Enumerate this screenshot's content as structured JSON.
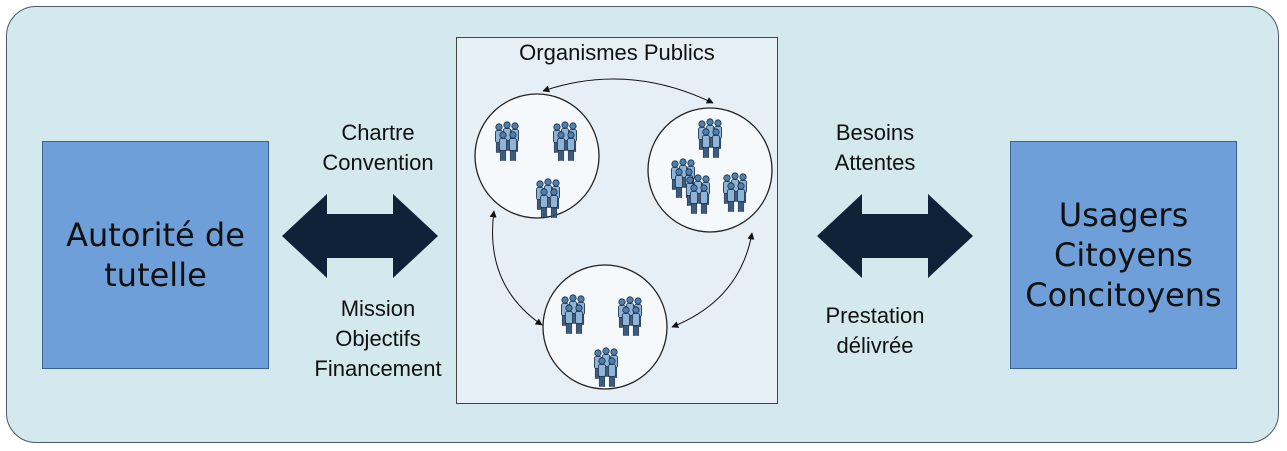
{
  "left_box": {
    "label": "Autorité de\ntutelle"
  },
  "right_box": {
    "label": "Usagers\nCitoyens\nConcitoyens"
  },
  "center": {
    "title": "Organismes Publics"
  },
  "left_arrow": {
    "top_label": "Chartre\nConvention",
    "bottom_label": "Mission\nObjectifs\nFinancement"
  },
  "right_arrow": {
    "top_label": "Besoins\nAttentes",
    "bottom_label": "Prestation\ndélivrée"
  },
  "colors": {
    "frame_fill": "#d3e9ee",
    "box_fill": "#6f9fd8",
    "arrow_fill": "#0f2238",
    "panel_fill": "#e6eef6"
  }
}
